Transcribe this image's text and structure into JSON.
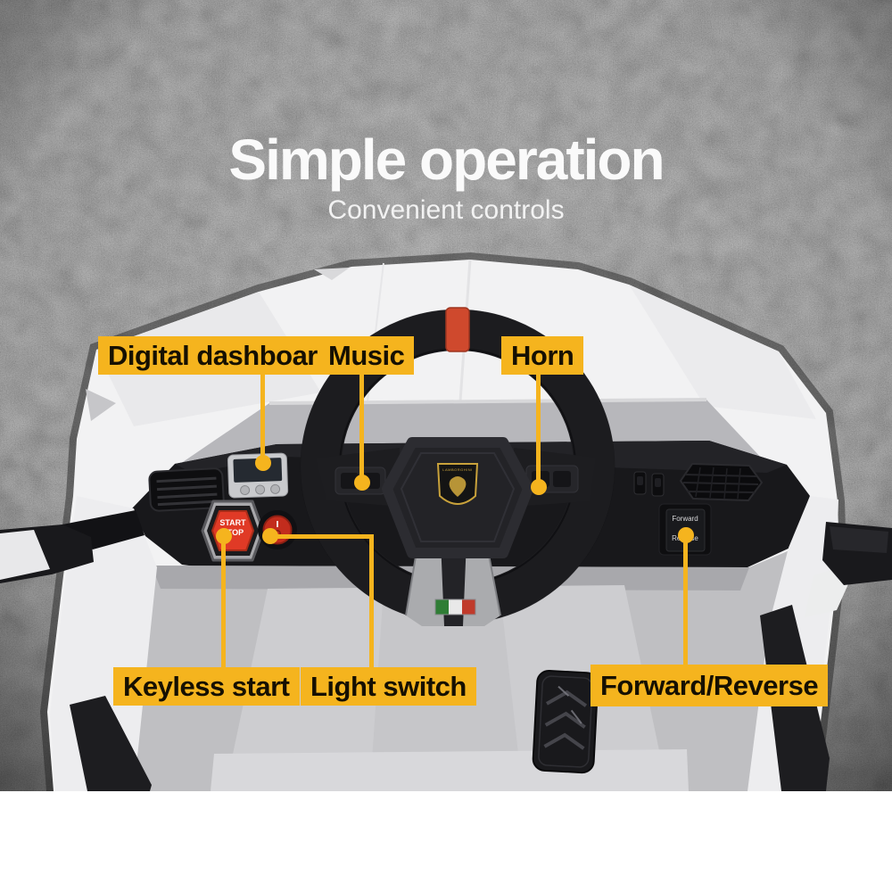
{
  "header": {
    "title": "Simple operation",
    "subtitle": "Convenient controls"
  },
  "callouts": {
    "digital_dashboard": {
      "label": "Digital dashboard"
    },
    "music": {
      "label": "Music"
    },
    "horn": {
      "label": "Horn"
    },
    "keyless_start": {
      "label": "Keyless start"
    },
    "light_switch": {
      "label": "Light switch"
    },
    "forward_reverse": {
      "label": "Forward/Reverse"
    }
  },
  "car_controls": {
    "start_stop_button": {
      "line1": "START",
      "line2": "STOP"
    },
    "gear_switch": {
      "option_top": "Forward",
      "option_bottom": "Reverse"
    },
    "steering_logo": "LAMBORGHINI"
  },
  "colors": {
    "callout_yellow": "#F5B41E",
    "wheel_marker_red": "#CF492D",
    "start_button_red": "#E03A26",
    "light_switch_red": "#C22C1D",
    "asphalt_base": "#414141",
    "car_body_white": "#F2F2F3",
    "dashboard_black": "#18181B"
  }
}
